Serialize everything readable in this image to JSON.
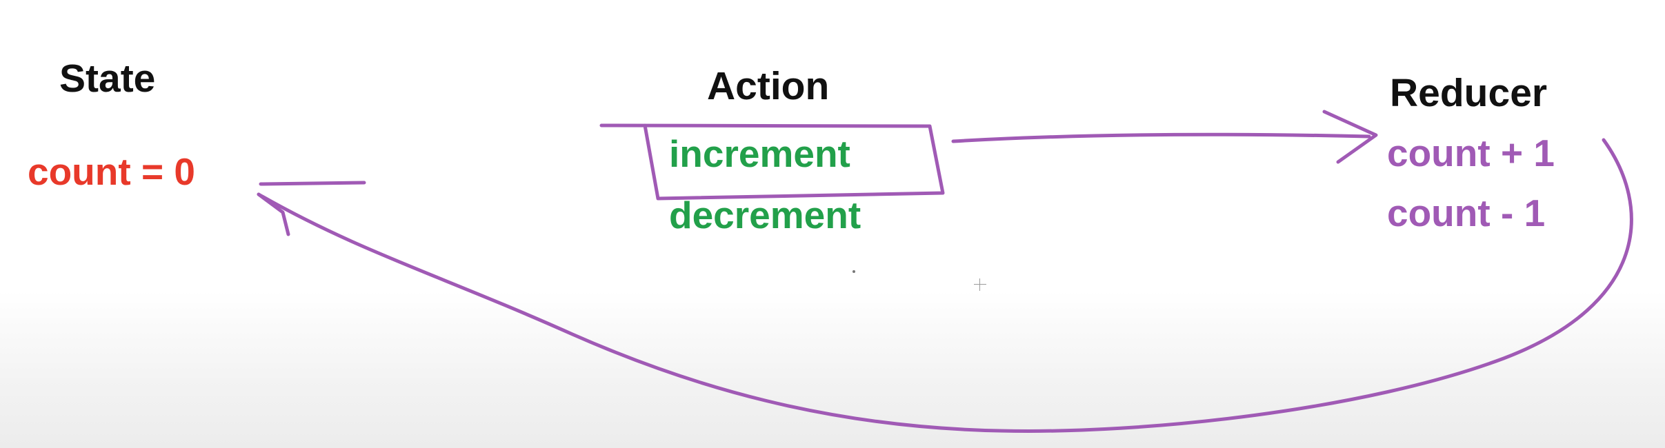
{
  "diagram": {
    "state": {
      "heading": "State",
      "value": "count = 0"
    },
    "action": {
      "heading": "Action",
      "items": [
        "increment",
        "decrement"
      ]
    },
    "reducer": {
      "heading": "Reducer",
      "items": [
        "count + 1",
        "count - 1"
      ]
    }
  },
  "colors": {
    "heading": "#111111",
    "state_value": "#e8392a",
    "action_items": "#22a04a",
    "reducer_items": "#a05ab5",
    "annotation_ink": "#a05ab5"
  }
}
